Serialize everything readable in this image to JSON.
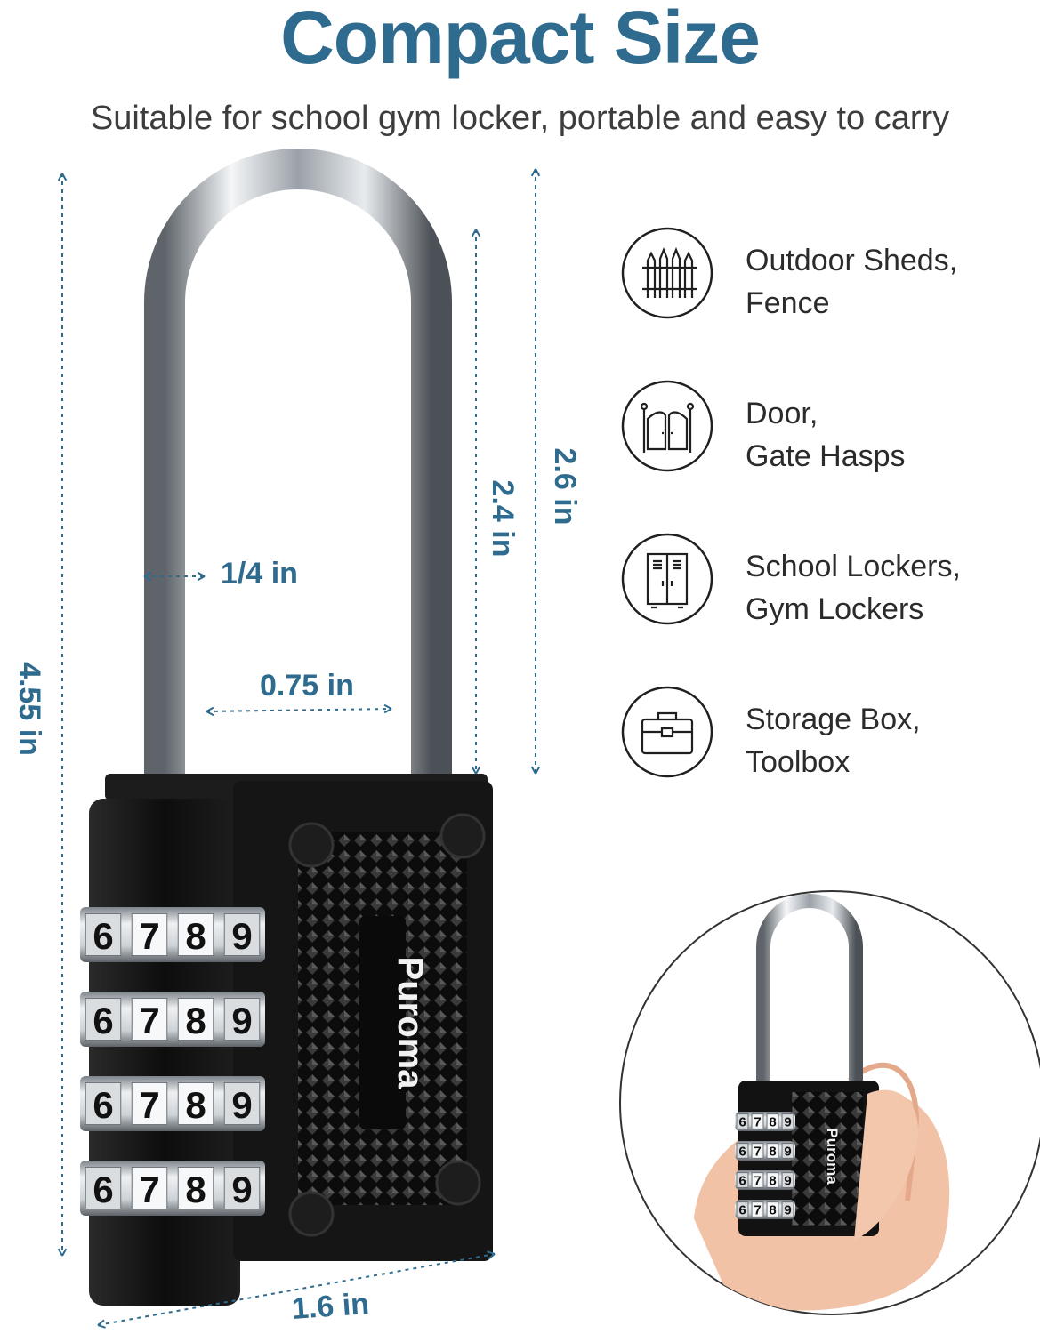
{
  "header": {
    "title": "Compact Size",
    "subtitle": "Suitable for school gym locker, portable and easy to carry"
  },
  "colors": {
    "accent": "#2f6b8e",
    "lock_body": "#111111",
    "shackle": "#c8cdd2"
  },
  "dimensions": {
    "total_height": "4.55 in",
    "shackle_clearance_outer": "2.6 in",
    "shackle_clearance_inner": "2.4 in",
    "shackle_diameter": "1/4 in",
    "shackle_inner_width": "0.75 in",
    "body_width": "1.6 in"
  },
  "product": {
    "brand": "Puroma",
    "dial_digits": [
      "6",
      "7",
      "8",
      "9"
    ]
  },
  "uses": [
    {
      "icon": "fence-icon",
      "line1": "Outdoor Sheds,",
      "line2": "Fence"
    },
    {
      "icon": "gate-icon",
      "line1": "Door,",
      "line2": "Gate Hasps"
    },
    {
      "icon": "locker-icon",
      "line1": "School Lockers,",
      "line2": "Gym Lockers"
    },
    {
      "icon": "toolbox-icon",
      "line1": "Storage Box,",
      "line2": "Toolbox"
    }
  ]
}
